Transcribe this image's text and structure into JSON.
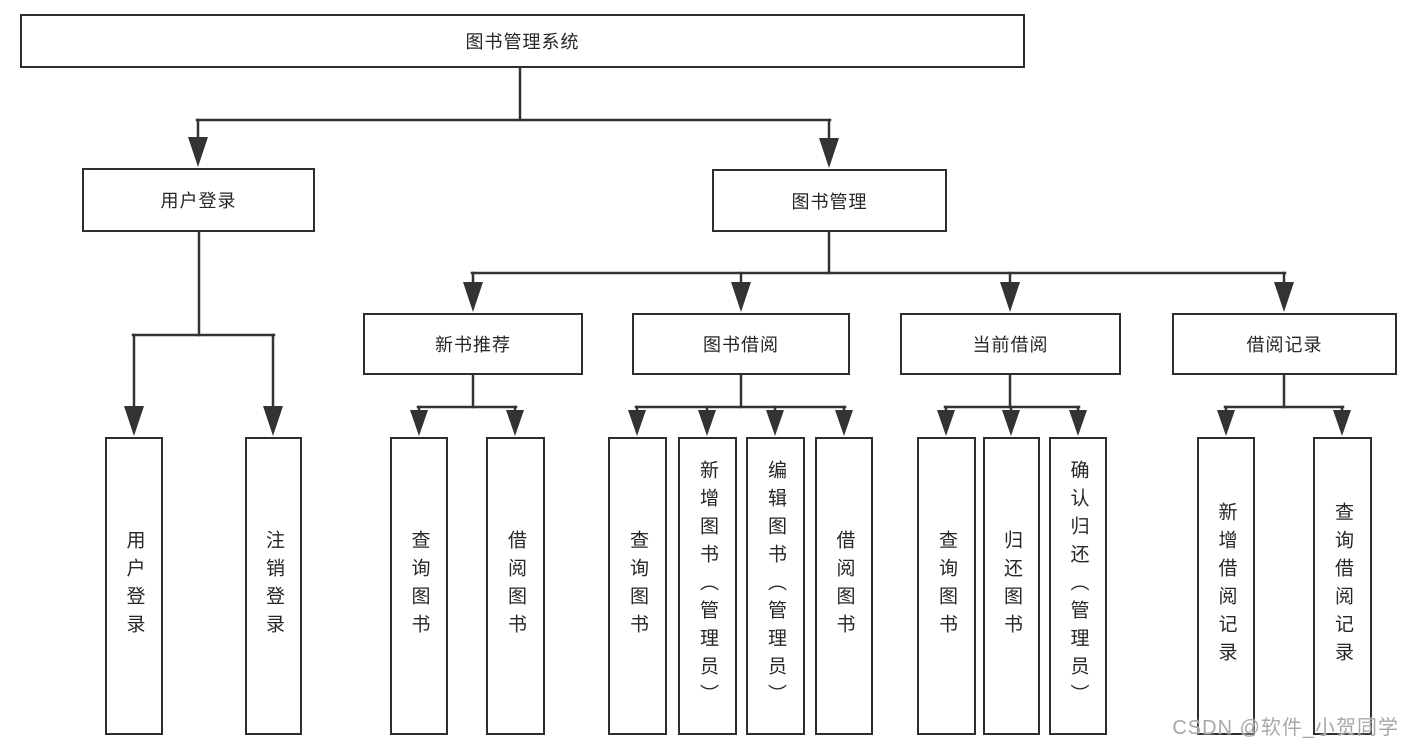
{
  "tree": {
    "root": {
      "label": "图书管理系统"
    },
    "branches": [
      {
        "label": "用户登录",
        "children": [
          {
            "label": "用户登录"
          },
          {
            "label": "注销登录"
          }
        ]
      },
      {
        "label": "图书管理",
        "children": [
          {
            "label": "新书推荐",
            "children": [
              {
                "label": "查询图书"
              },
              {
                "label": "借阅图书"
              }
            ]
          },
          {
            "label": "图书借阅",
            "children": [
              {
                "label": "查询图书"
              },
              {
                "label": "新增图书（管理员）"
              },
              {
                "label": "编辑图书（管理员）"
              },
              {
                "label": "借阅图书"
              }
            ]
          },
          {
            "label": "当前借阅",
            "children": [
              {
                "label": "查询图书"
              },
              {
                "label": "归还图书"
              },
              {
                "label": "确认归还（管理员）"
              }
            ]
          },
          {
            "label": "借阅记录",
            "children": [
              {
                "label": "新增借阅记录"
              },
              {
                "label": "查询借阅记录"
              }
            ]
          }
        ]
      }
    ]
  },
  "watermark": {
    "text": "CSDN @软件_小贺同学"
  },
  "colors": {
    "line": "#333333",
    "border": "#2e2e2e",
    "fill": "#ffffff",
    "text": "#262626",
    "watermark": "#a8a8a8"
  }
}
